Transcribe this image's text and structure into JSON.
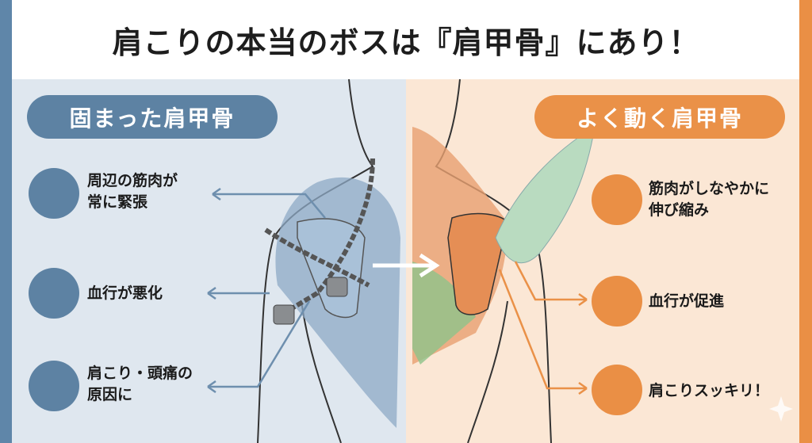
{
  "title": "肩こりの本当のボスは『肩甲骨』にあり！",
  "left": {
    "heading": "固まった肩甲骨",
    "color": "#5d82a3",
    "items": [
      {
        "icon": "flexed-arm-icon",
        "line1": "周辺の筋肉が",
        "line2": "常に緊張"
      },
      {
        "icon": "constricted-blood-vessel-icon",
        "line1": "血行が悪化",
        "line2": ""
      },
      {
        "icon": "person-shoulder-pain-icon",
        "line1": "肩こり・頭痛の",
        "line2": "原因に"
      }
    ]
  },
  "right": {
    "heading": "よく動く肩甲骨",
    "color": "#ea9148",
    "items": [
      {
        "icon": "stretching-muscle-icon",
        "line1": "筋肉がしなやかに",
        "line2": "伸び縮み"
      },
      {
        "icon": "flowing-blood-vessel-icon",
        "line1": "血行が促進",
        "line2": ""
      },
      {
        "icon": "happy-person-flexing-icon",
        "line1": "肩こりスッキリ！",
        "line2": ""
      }
    ]
  }
}
